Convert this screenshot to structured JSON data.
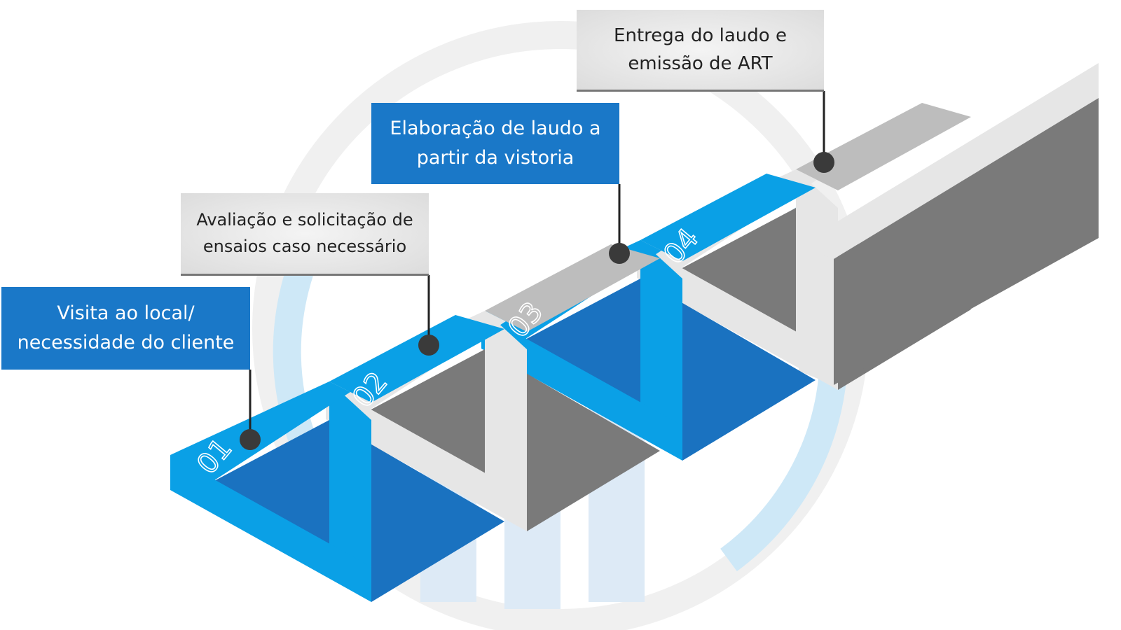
{
  "steps": [
    {
      "number": "01",
      "label_line1": "Visita ao local/",
      "label_line2": "necessidade do cliente"
    },
    {
      "number": "02",
      "label_line1": "Avaliação  e solicitação  de",
      "label_line2": "ensaios  caso necessário"
    },
    {
      "number": "03",
      "label_line1": "Elaboração  de laudo a",
      "label_line2": "partir da vistoria"
    },
    {
      "number": "04",
      "label_line1": "Entrega do laudo e",
      "label_line2": "emissão  de ART"
    }
  ],
  "colors": {
    "blue_light": "#0aa0e6",
    "blue_dark": "#1a72c0",
    "gray_light": "#e6e6e6",
    "gray_mid": "#bdbdbd",
    "gray_dark": "#7a7a7a"
  }
}
